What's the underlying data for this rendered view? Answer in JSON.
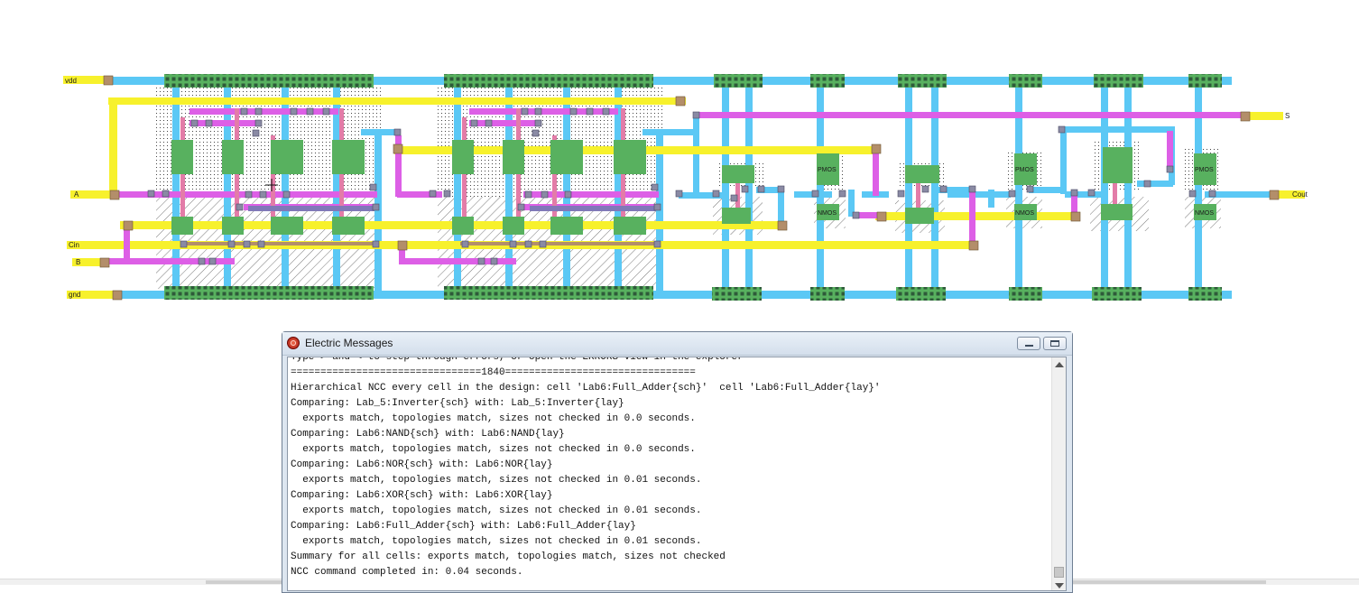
{
  "canvas": {
    "net_labels": {
      "vdd": "vdd",
      "a": "A",
      "cin": "Cin",
      "b": "B",
      "gnd": "gnd",
      "s": "S",
      "cout": "Cout"
    },
    "device_labels": {
      "pmos": "PMOS",
      "nmos": "NMOS"
    },
    "colors": {
      "metal1": "#5bc8f5",
      "metal2": "#dd5fe6",
      "poly": "#f7f12c",
      "contact": "#58b15f",
      "via": "#b38e6a",
      "pselect": "#e37ca8",
      "nselect": "#8079b8"
    }
  },
  "messages_window": {
    "title": "Electric Messages",
    "minimize_icon": "minimize-icon",
    "maximize_icon": "maximize-icon",
    "lines": [
      "Type > and < to step through errors, or open the ERRORS view in the explorer",
      "================================1840================================",
      "Hierarchical NCC every cell in the design: cell 'Lab6:Full_Adder{sch}'  cell 'Lab6:Full_Adder{lay}'",
      "Comparing: Lab_5:Inverter{sch} with: Lab_5:Inverter{lay}",
      "  exports match, topologies match, sizes not checked in 0.0 seconds.",
      "Comparing: Lab6:NAND{sch} with: Lab6:NAND{lay}",
      "  exports match, topologies match, sizes not checked in 0.0 seconds.",
      "Comparing: Lab6:NOR{sch} with: Lab6:NOR{lay}",
      "  exports match, topologies match, sizes not checked in 0.01 seconds.",
      "Comparing: Lab6:XOR{sch} with: Lab6:XOR{lay}",
      "  exports match, topologies match, sizes not checked in 0.01 seconds.",
      "Comparing: Lab6:Full_Adder{sch} with: Lab6:Full_Adder{lay}",
      "  exports match, topologies match, sizes not checked in 0.01 seconds.",
      "Summary for all cells: exports match, topologies match, sizes not checked",
      "NCC command completed in: 0.04 seconds."
    ]
  }
}
